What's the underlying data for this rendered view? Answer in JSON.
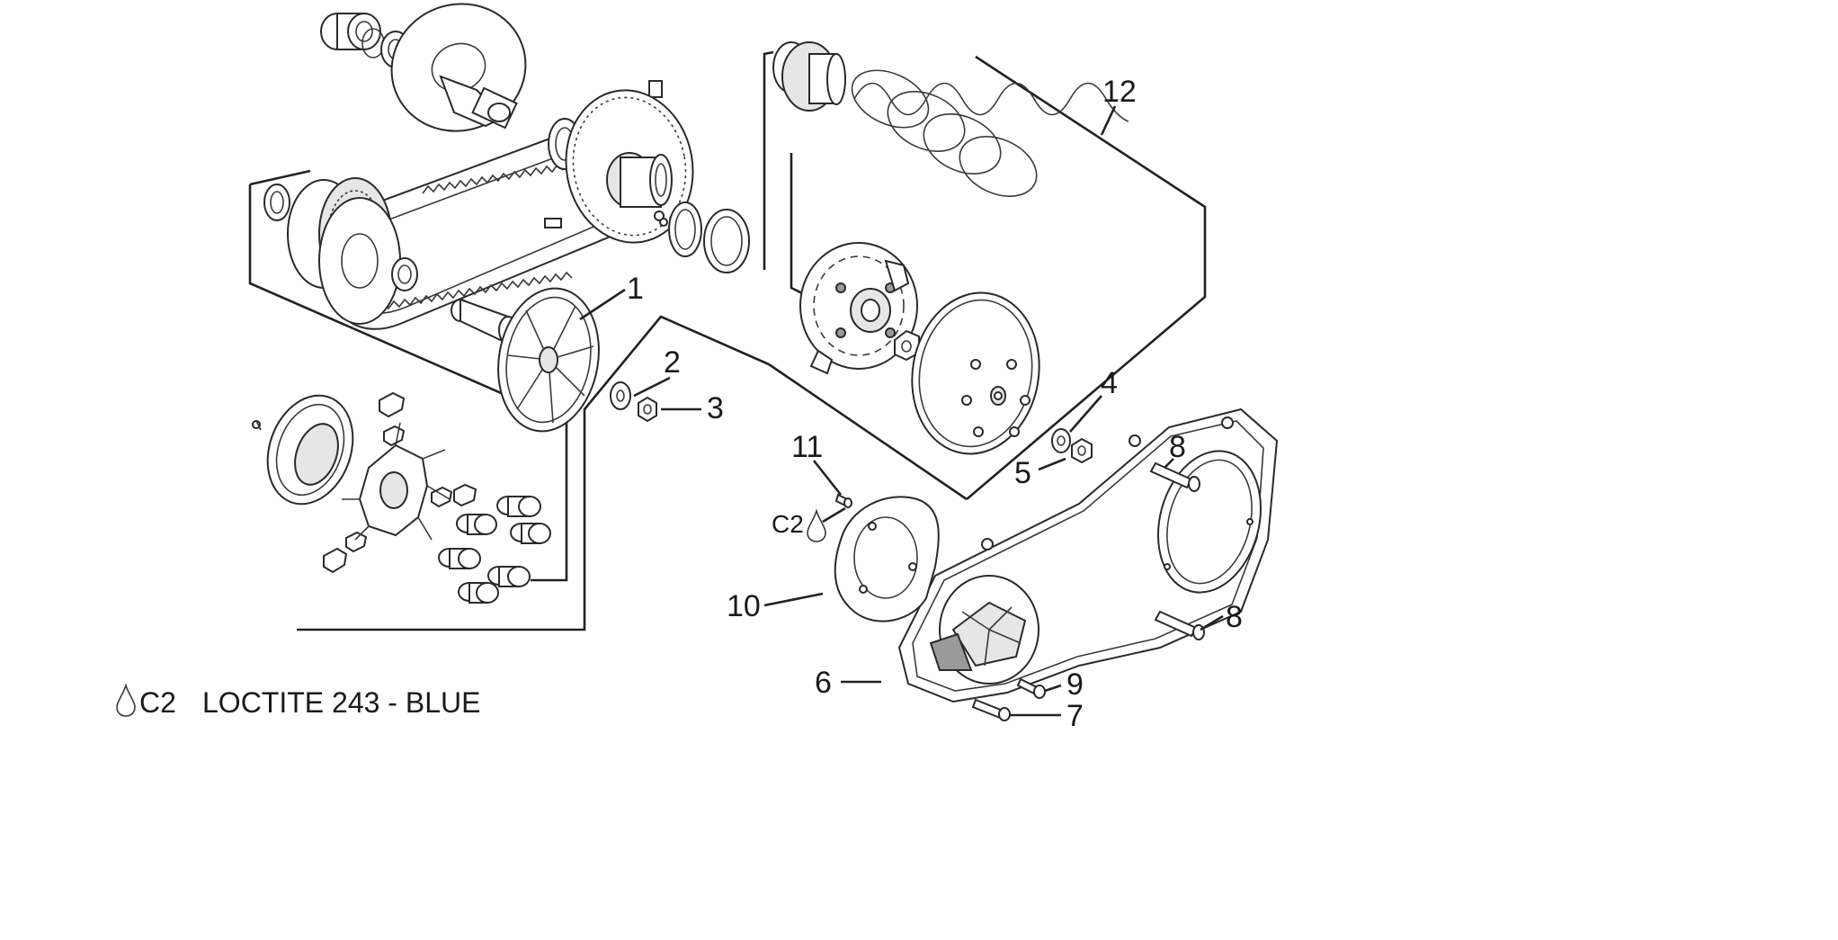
{
  "callouts": [
    {
      "id": "1",
      "label": "1"
    },
    {
      "id": "2",
      "label": "2"
    },
    {
      "id": "3",
      "label": "3"
    },
    {
      "id": "4",
      "label": "4"
    },
    {
      "id": "5",
      "label": "5"
    },
    {
      "id": "6",
      "label": "6"
    },
    {
      "id": "7",
      "label": "7"
    },
    {
      "id": "8a",
      "label": "8"
    },
    {
      "id": "8b",
      "label": "8"
    },
    {
      "id": "9",
      "label": "9"
    },
    {
      "id": "10",
      "label": "10"
    },
    {
      "id": "11",
      "label": "11"
    },
    {
      "id": "12",
      "label": "12"
    }
  ],
  "threadlock_tag": "C2",
  "legend": {
    "code": "C2",
    "text": "LOCTITE 243 - BLUE"
  },
  "icons": {
    "drop": "drop-icon"
  },
  "colors": {
    "line": "#222222",
    "fill_light": "#e6e6e6",
    "fill_dark": "#9a9a9a"
  }
}
